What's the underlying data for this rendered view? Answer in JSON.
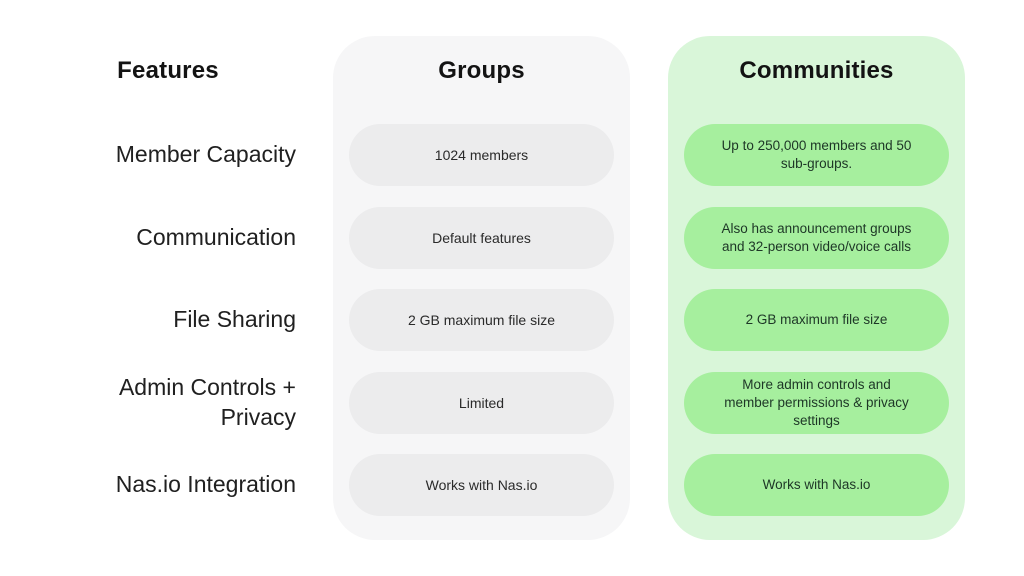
{
  "colors": {
    "page_bg": "#ffffff",
    "groups_panel_bg": "#f6f6f7",
    "groups_pill_bg": "#ececed",
    "communities_panel_bg": "#d9f6d9",
    "communities_pill_bg": "#a6ef9e",
    "heading_text": "#131313",
    "feature_label_text": "#202020",
    "groups_pill_text": "#2a2a2a",
    "communities_pill_text": "#1d3626"
  },
  "features": {
    "header": "Features",
    "rows": [
      "Member Capacity",
      "Communication",
      "File Sharing",
      "Admin Controls + Privacy",
      "Nas.io Integration"
    ]
  },
  "groups": {
    "header": "Groups",
    "cells": [
      "1024 members",
      "Default features",
      "2 GB maximum file size",
      "Limited",
      "Works with Nas.io"
    ]
  },
  "communities": {
    "header": "Communities",
    "cells": [
      "Up to 250,000 members and 50 sub-groups.",
      "Also has announcement groups and 32-person video/voice calls",
      "2 GB maximum file size",
      "More admin controls and member permissions & privacy settings",
      "Works with Nas.io"
    ]
  },
  "chart_data": {
    "type": "table",
    "columns": [
      "Features",
      "Groups",
      "Communities"
    ],
    "rows": [
      [
        "Member Capacity",
        "1024 members",
        "Up to 250,000 members and 50 sub-groups."
      ],
      [
        "Communication",
        "Default features",
        "Also has announcement groups and 32-person video/voice calls"
      ],
      [
        "File Sharing",
        "2 GB maximum file size",
        "2 GB maximum file size"
      ],
      [
        "Admin Controls + Privacy",
        "Limited",
        "More admin controls and member permissions & privacy settings"
      ],
      [
        "Nas.io Integration",
        "Works with Nas.io",
        "Works with Nas.io"
      ]
    ],
    "legend_position": "none",
    "grid": false
  }
}
